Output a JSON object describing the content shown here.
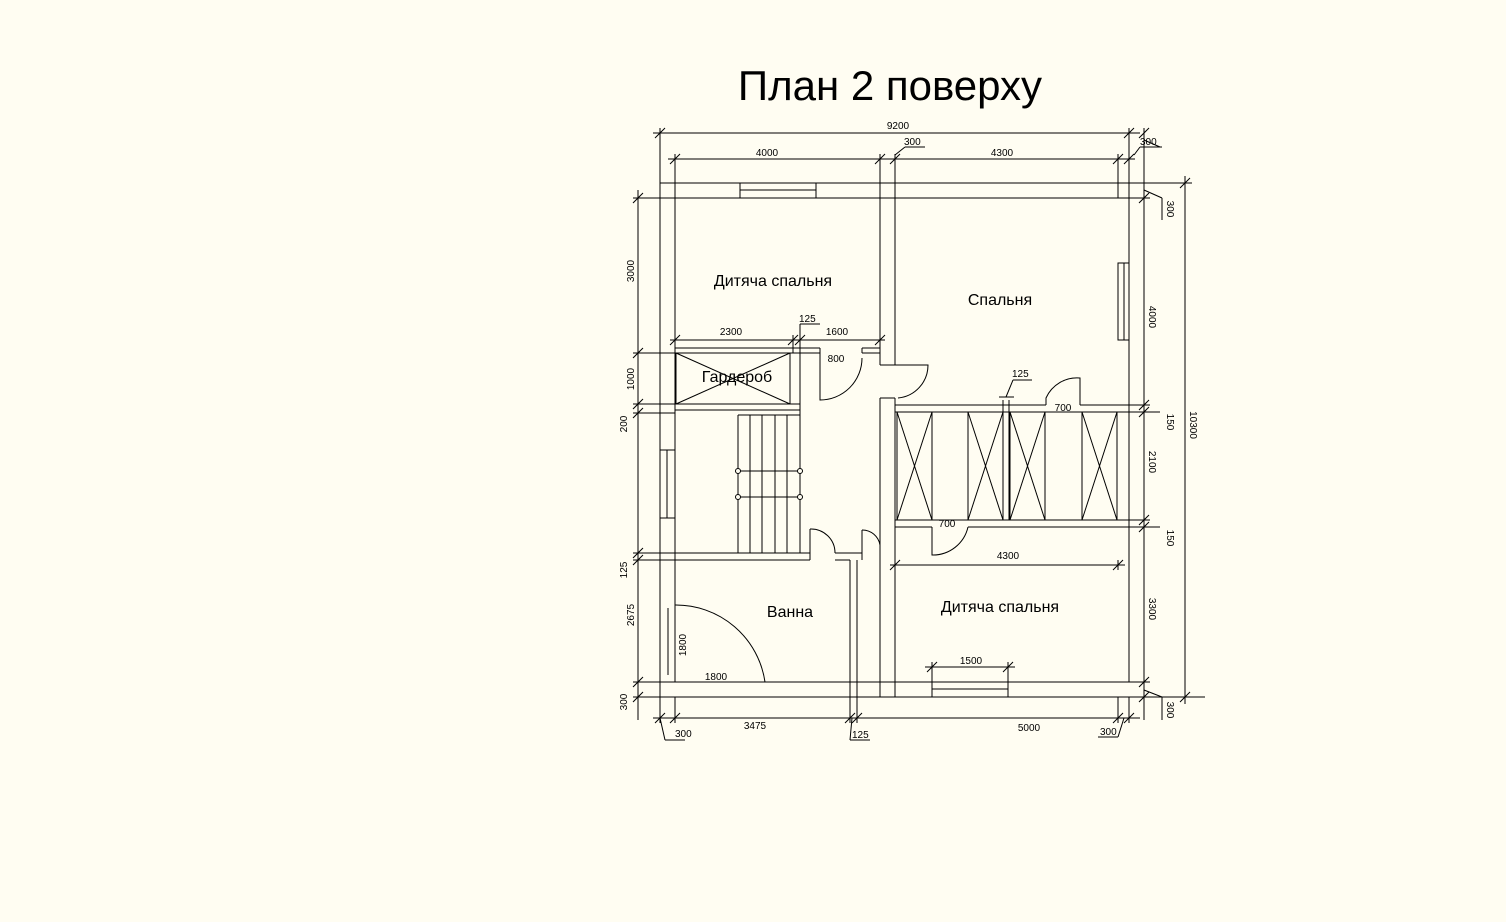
{
  "title": "План  2 поверху",
  "rooms": {
    "kids_bedroom_top": "Дитяча  спальня",
    "bedroom": "Спальня",
    "wardrobe": "Гардероб",
    "bathroom": "Ванна",
    "kids_bedroom_bottom": "Дитяча  спальня"
  },
  "dimensions": {
    "top_total": "9200",
    "top_right_wall": "300",
    "top_left_room": "4000",
    "top_mid_wall": "300",
    "top_right_room": "4300",
    "ward_2300": "2300",
    "ward_125": "125",
    "ward_1600": "1600",
    "door_800": "800",
    "wall_125_mid": "125",
    "door_700_a": "700",
    "door_700_b": "700",
    "bottom_room_4300": "4300",
    "window_1500": "1500",
    "bath_1800_h": "1800",
    "bath_1800_v": "1800",
    "left_3000": "3000",
    "left_1000": "1000",
    "left_200": "200",
    "left_125": "125",
    "left_2675": "2675",
    "left_300": "300",
    "right_300_top": "300",
    "right_4000": "4000",
    "right_150_a": "150",
    "right_2100": "2100",
    "right_150_b": "150",
    "right_3300": "3300",
    "right_300_bottom": "300",
    "right_total": "10300",
    "bottom_300_left": "300",
    "bottom_3475": "3475",
    "bottom_125": "125",
    "bottom_5000": "5000",
    "bottom_300_right": "300"
  }
}
